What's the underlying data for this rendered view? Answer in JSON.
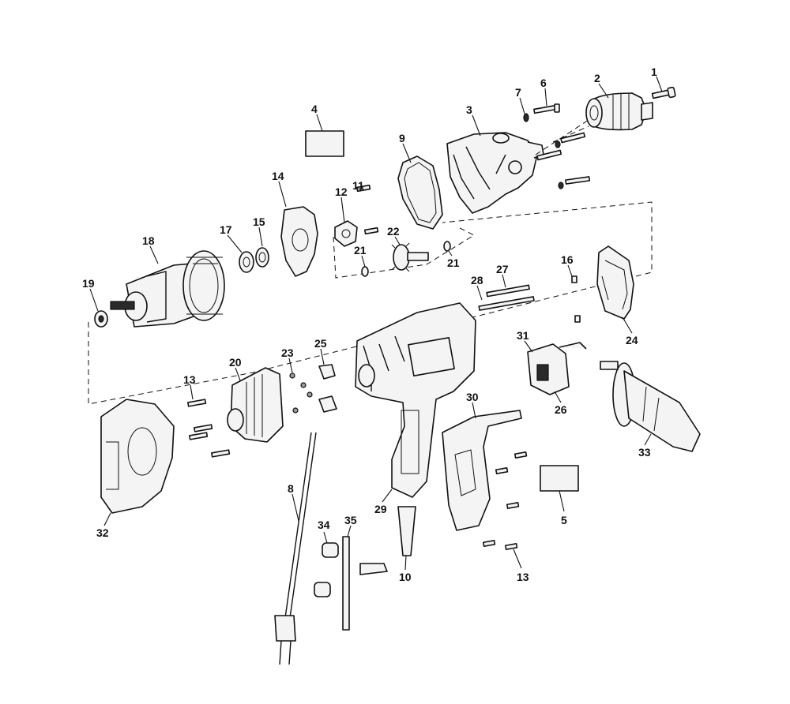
{
  "diagram": {
    "callouts": [
      {
        "id": "c1",
        "label": "1"
      },
      {
        "id": "c2",
        "label": "2"
      },
      {
        "id": "c3",
        "label": "3"
      },
      {
        "id": "c4",
        "label": "4"
      },
      {
        "id": "c5",
        "label": "5"
      },
      {
        "id": "c6",
        "label": "6"
      },
      {
        "id": "c7",
        "label": "7"
      },
      {
        "id": "c8",
        "label": "8"
      },
      {
        "id": "c9",
        "label": "9"
      },
      {
        "id": "c10",
        "label": "10"
      },
      {
        "id": "c11",
        "label": "11"
      },
      {
        "id": "c12",
        "label": "12"
      },
      {
        "id": "c13a",
        "label": "13"
      },
      {
        "id": "c13b",
        "label": "13"
      },
      {
        "id": "c14",
        "label": "14"
      },
      {
        "id": "c15",
        "label": "15"
      },
      {
        "id": "c16",
        "label": "16"
      },
      {
        "id": "c17",
        "label": "17"
      },
      {
        "id": "c18",
        "label": "18"
      },
      {
        "id": "c19",
        "label": "19"
      },
      {
        "id": "c20",
        "label": "20"
      },
      {
        "id": "c21a",
        "label": "21"
      },
      {
        "id": "c21b",
        "label": "21"
      },
      {
        "id": "c22",
        "label": "22"
      },
      {
        "id": "c23",
        "label": "23"
      },
      {
        "id": "c24",
        "label": "24"
      },
      {
        "id": "c25",
        "label": "25"
      },
      {
        "id": "c26",
        "label": "26"
      },
      {
        "id": "c27",
        "label": "27"
      },
      {
        "id": "c28",
        "label": "28"
      },
      {
        "id": "c29",
        "label": "29"
      },
      {
        "id": "c30",
        "label": "30"
      },
      {
        "id": "c31",
        "label": "31"
      },
      {
        "id": "c32",
        "label": "32"
      },
      {
        "id": "c33",
        "label": "33"
      },
      {
        "id": "c34",
        "label": "34"
      },
      {
        "id": "c35",
        "label": "35"
      }
    ]
  }
}
